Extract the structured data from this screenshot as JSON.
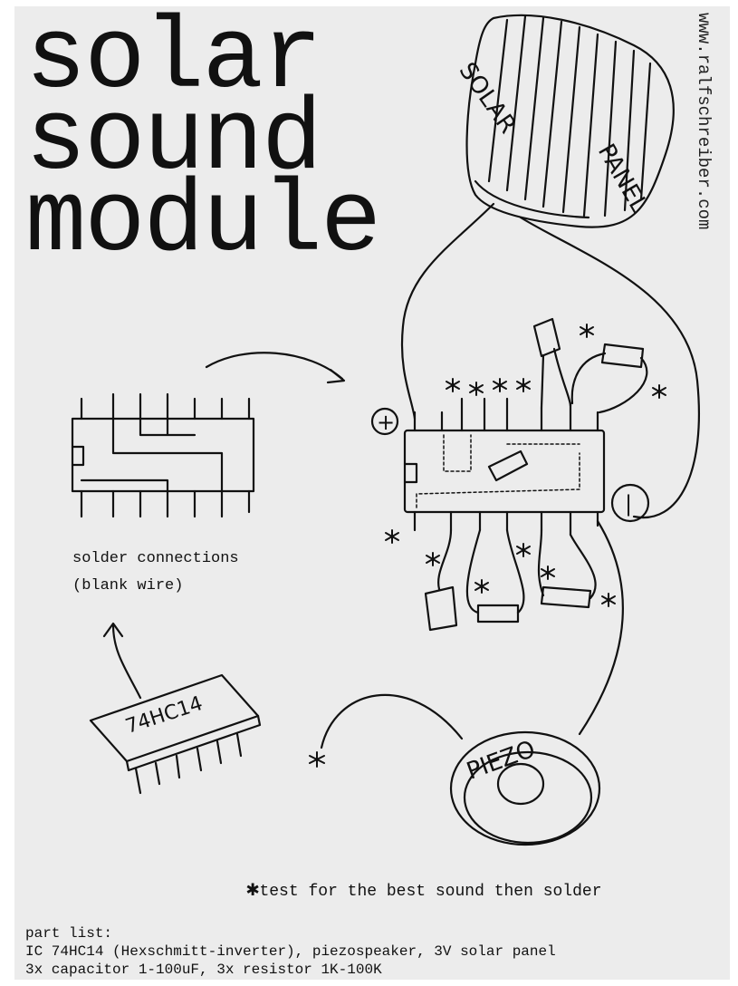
{
  "title_lines": [
    "solar",
    "sound",
    "module"
  ],
  "url": "www.ralfschreiber.com",
  "labels": {
    "solar": "SOLAR",
    "panel": "PANEL",
    "piezo": "PIEZO",
    "chip": "74HC14",
    "plus": "+",
    "minus": "|"
  },
  "solder_caption": [
    "solder connections",
    "(blank wire)"
  ],
  "test_note": {
    "symbol": "✱",
    "text": "test for the best sound then solder"
  },
  "part_list": {
    "heading": "part list:",
    "lines": [
      "IC 74HC14 (Hexschmitt-inverter), piezospeaker, 3V solar panel",
      "3x capacitor 1-100uF, 3x resistor 1K-100K"
    ]
  }
}
